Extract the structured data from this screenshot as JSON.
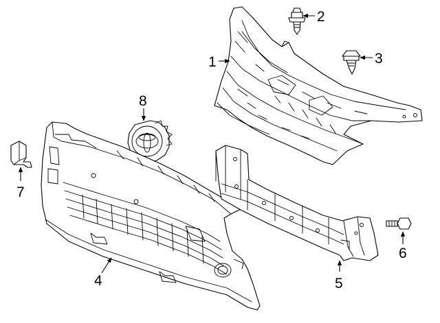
{
  "diagram": {
    "callouts": [
      {
        "id": "1",
        "label": "1"
      },
      {
        "id": "2",
        "label": "2"
      },
      {
        "id": "3",
        "label": "3"
      },
      {
        "id": "4",
        "label": "4"
      },
      {
        "id": "5",
        "label": "5"
      },
      {
        "id": "6",
        "label": "6"
      },
      {
        "id": "7",
        "label": "7"
      },
      {
        "id": "8",
        "label": "8"
      }
    ],
    "colors": {
      "line": "#000000",
      "background": "#ffffff"
    }
  }
}
